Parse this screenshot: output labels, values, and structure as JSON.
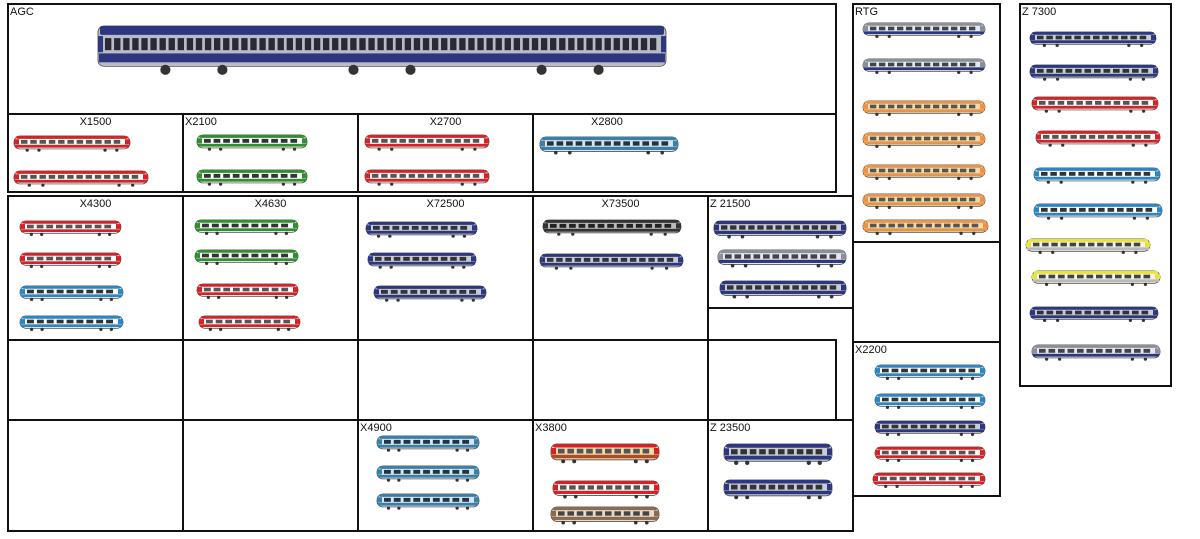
{
  "sections": {
    "agc": {
      "title": "AGC",
      "livery": "navy-silver-regional"
    },
    "x1500": {
      "title": "X1500",
      "livery": "red-white"
    },
    "x2100": {
      "title": "X2100",
      "livery": "green-white"
    },
    "x2700": {
      "title": "X2700",
      "livery": "red-white"
    },
    "x2800": {
      "title": "X2800",
      "livery": "blue-grey"
    },
    "x4300": {
      "title": "X4300",
      "liveries": [
        "red-cream",
        "red-cream",
        "blue-white",
        "blue-white"
      ]
    },
    "x4630": {
      "title": "X4630",
      "liveries": [
        "green-white",
        "green-white",
        "red-cream",
        "red-cream"
      ]
    },
    "x72500": {
      "title": "X72500",
      "livery": "navy-silver-regional"
    },
    "x73500": {
      "title": "X73500",
      "liveries": [
        "black-grey",
        "navy-silver"
      ]
    },
    "z21500": {
      "title": "Z 21500",
      "livery": "navy-silver-regional"
    },
    "rtg": {
      "title": "RTG",
      "liveries": [
        "silver-grey",
        "silver-grey",
        "orange-cream",
        "orange-cream",
        "orange-cream",
        "orange-cream",
        "orange-cream"
      ]
    },
    "z7300": {
      "title": "Z 7300",
      "liveries": [
        "navy-red",
        "navy-red",
        "red-white",
        "red-white",
        "blue-white",
        "blue-white",
        "yellow-white",
        "yellow-white",
        "grey-navy",
        "grey-navy"
      ]
    },
    "x2200": {
      "title": "X2200",
      "liveries": [
        "blue-white",
        "blue-white",
        "navy-silver",
        "red-white",
        "red-white"
      ]
    },
    "x4900": {
      "title": "X4900",
      "livery": "blue-grey"
    },
    "x3800": {
      "title": "X3800",
      "liveries": [
        "red-cream",
        "red-cream",
        "brown-cream"
      ]
    },
    "z23500": {
      "title": "Z 23500",
      "livery": "navy-silver-regional"
    }
  },
  "colors": {
    "navy": "#2c3780",
    "red": "#d42326",
    "green": "#2f8f2f",
    "blue": "#2b86c6",
    "steel_blue": "#3a7fa8",
    "orange": "#e8924a",
    "cream": "#f1dca8",
    "yellow": "#e8e23a",
    "silver": "#c9ccd3",
    "black": "#333333",
    "brown": "#8c6a4f"
  }
}
